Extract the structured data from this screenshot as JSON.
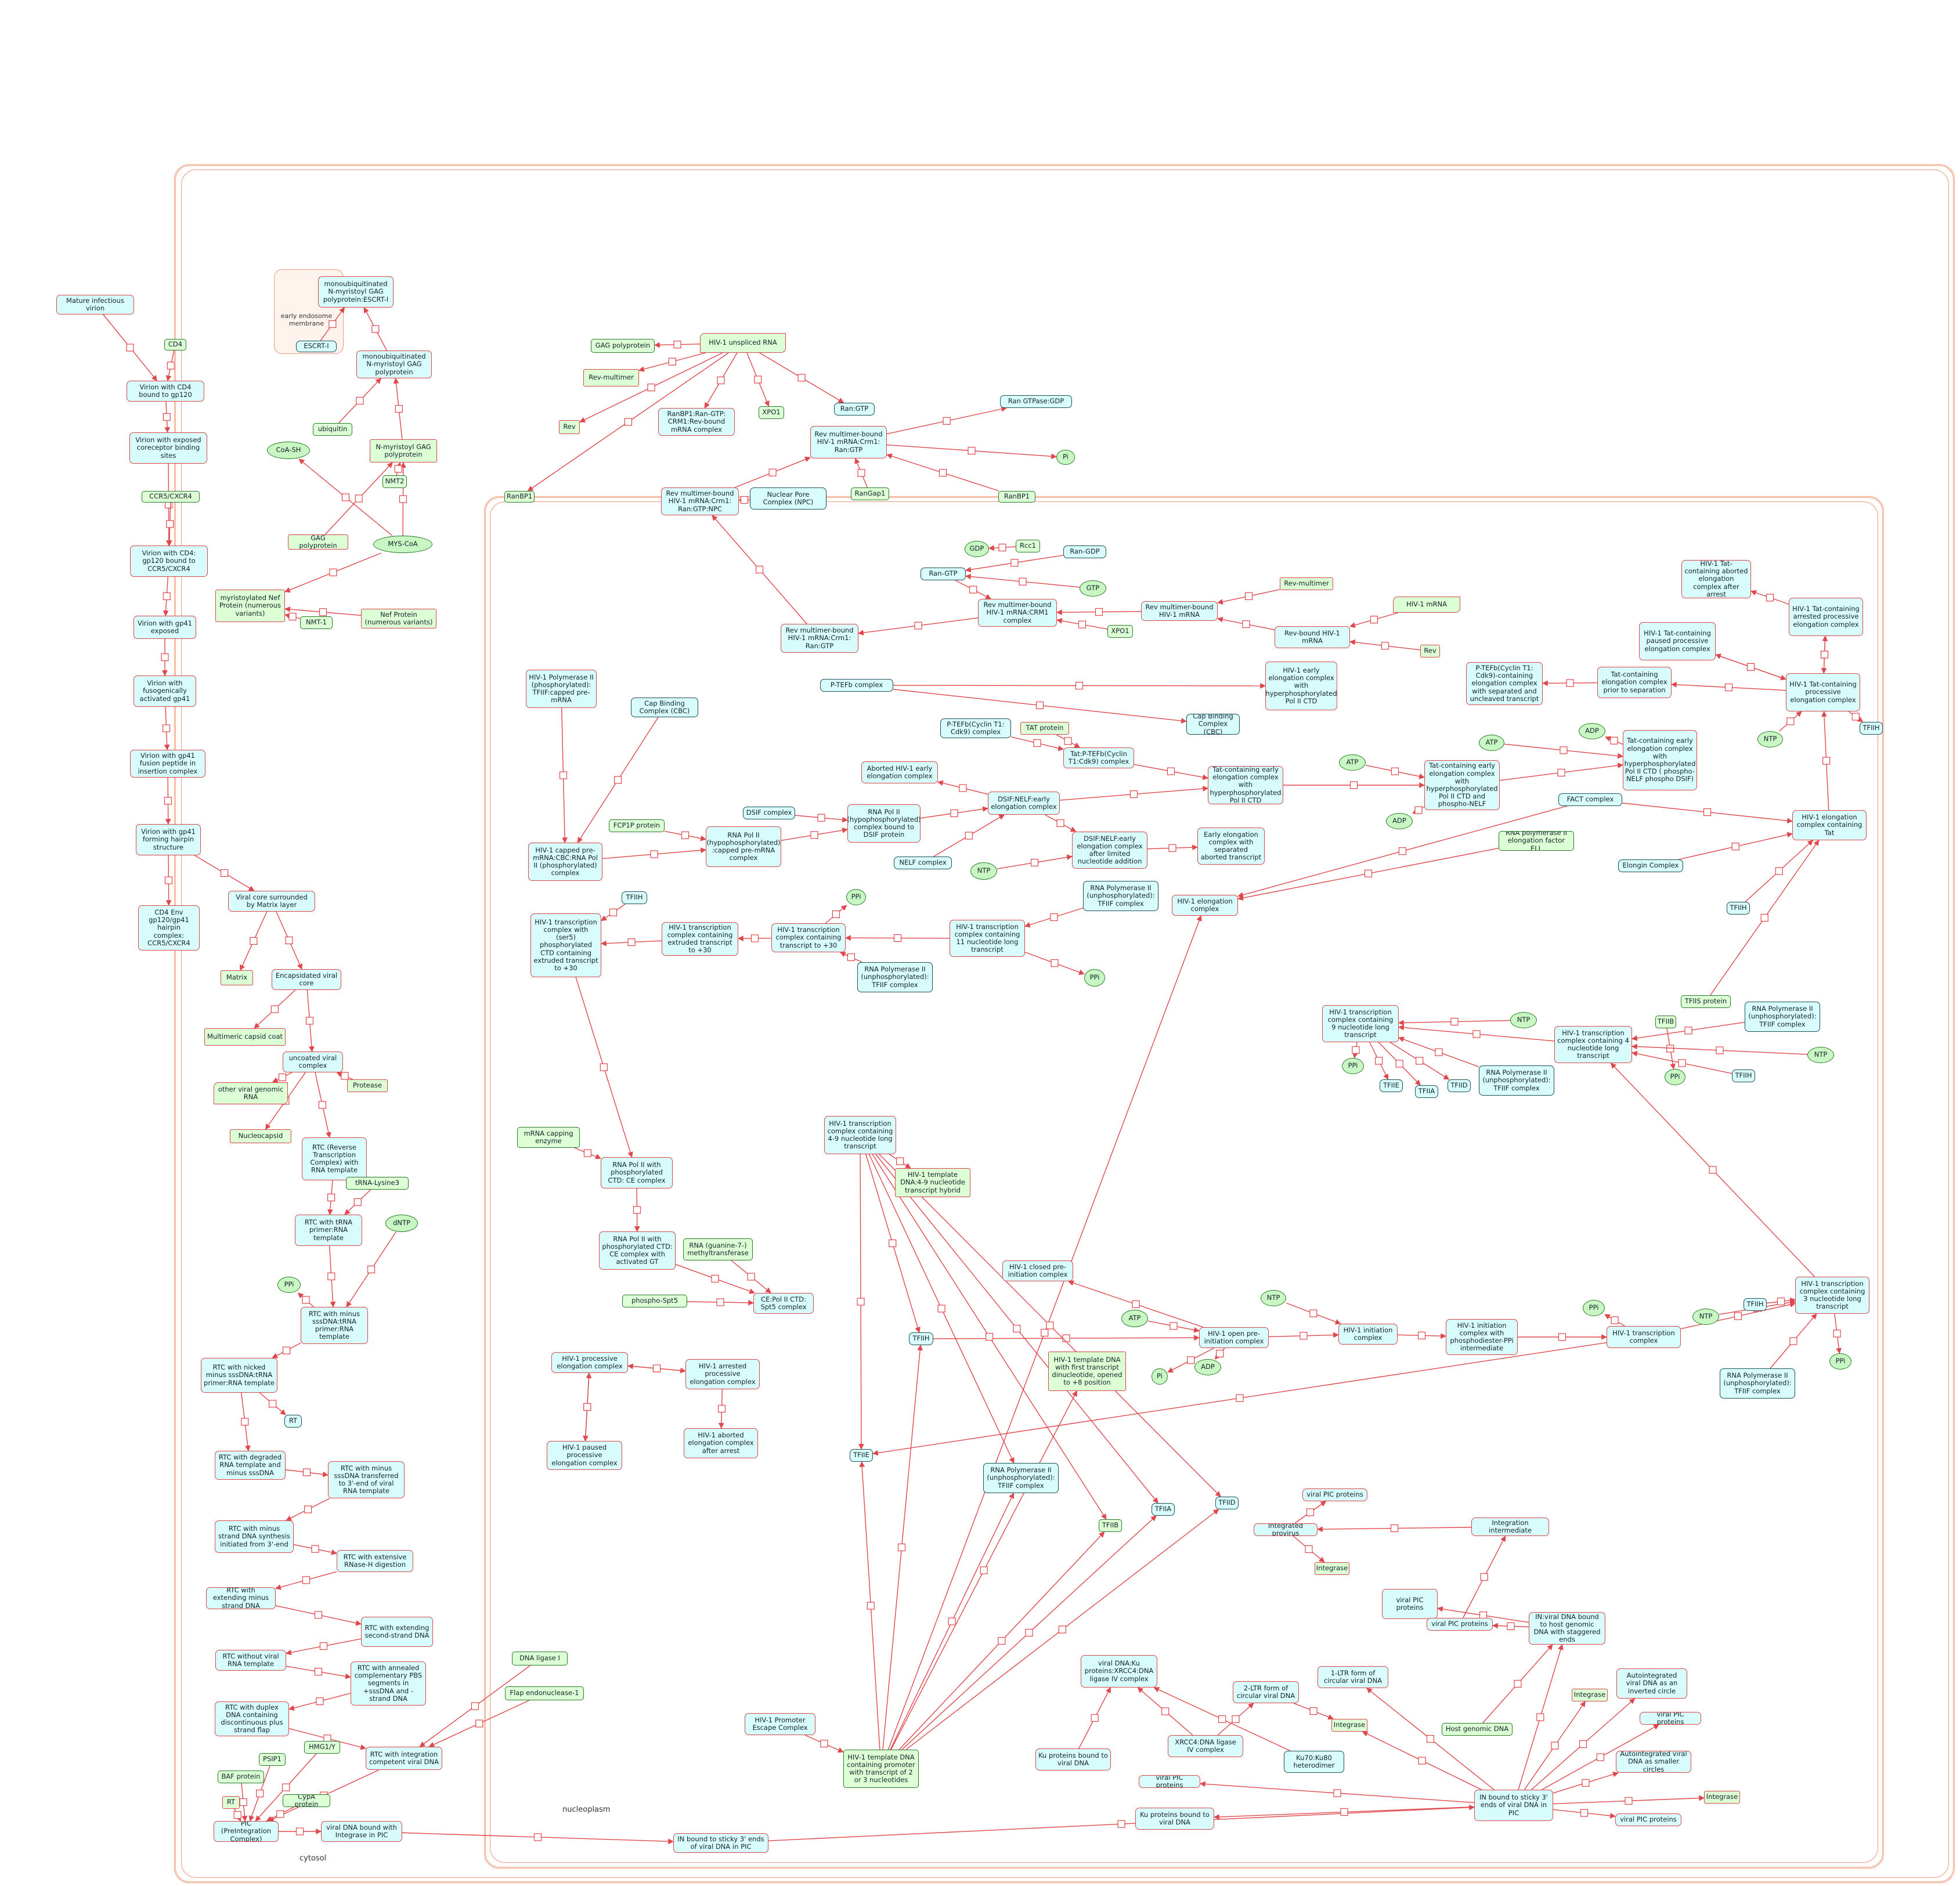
{
  "compartments": {
    "cytosol": "cytosol",
    "nucleoplasm": "nucleoplasm",
    "endosome": "early endosome membrane"
  },
  "nodes": [
    {
      "id": "mature_virion",
      "label": "Mature infectious virion"
    },
    {
      "id": "cd4",
      "label": "CD4"
    },
    {
      "id": "virion_cd4",
      "label": "Virion with CD4 bound to gp120"
    },
    {
      "id": "virion_exposed",
      "label": "Virion with exposed coreceptor binding sites"
    },
    {
      "id": "ccr5",
      "label": "CCR5/CXCR4"
    },
    {
      "id": "virion_cd4_ccr5",
      "label": "Virion with CD4: gp120 bound to CCR5/CXCR4"
    },
    {
      "id": "virion_gp41_exposed",
      "label": "Virion with gp41 exposed"
    },
    {
      "id": "virion_fuso",
      "label": "Virion with fusogenically activated gp41"
    },
    {
      "id": "virion_fusion_peptide",
      "label": "Virion with gp41 fusion peptide in insertion complex"
    },
    {
      "id": "virion_hairpin",
      "label": "Virion with gp41 forming hairpin structure"
    },
    {
      "id": "cd4_env",
      "label": "CD4 Env gp120/gp41 hairpin complex: CCR5/CXCR4"
    },
    {
      "id": "viral_core_matrix",
      "label": "Viral core surrounded by Matrix layer"
    },
    {
      "id": "matrix",
      "label": "Matrix"
    },
    {
      "id": "encapsidated_core",
      "label": "Encapsidated viral core"
    },
    {
      "id": "multimeric_capsid",
      "label": "Multimeric capsid coat"
    },
    {
      "id": "uncoated_complex",
      "label": "uncoated viral complex"
    },
    {
      "id": "other_rna",
      "label": "other viral genomic RNA"
    },
    {
      "id": "protease",
      "label": "Protease"
    },
    {
      "id": "nucleocapsid",
      "label": "Nucleocapsid"
    },
    {
      "id": "rtc_rna",
      "label": "RTC (Reverse Transcription Complex) with RNA template"
    },
    {
      "id": "trna_lys3",
      "label": "tRNA-Lysine3"
    },
    {
      "id": "rtc_trna",
      "label": "RTC with tRNA primer:RNA template"
    },
    {
      "id": "dntp",
      "label": "dNTP"
    },
    {
      "id": "ppi_a",
      "label": "PPi"
    },
    {
      "id": "rtc_minus_ss",
      "label": "RTC with minus sssDNA:tRNA primer:RNA template"
    },
    {
      "id": "rtc_nicked",
      "label": "RTC with nicked minus sssDNA:tRNA primer:RNA template"
    },
    {
      "id": "rt_a",
      "label": "RT"
    },
    {
      "id": "rtc_degraded",
      "label": "RTC with degraded RNA template and minus sssDNA"
    },
    {
      "id": "rtc_transferred",
      "label": "RTC with minus sssDNA transferred to 3'-end of viral RNA template"
    },
    {
      "id": "rtc_minus_synth",
      "label": "RTC with minus strand DNA synthesis initiated from 3'-end"
    },
    {
      "id": "rtc_rnaseh",
      "label": "RTC with extensive RNase-H digestion"
    },
    {
      "id": "rtc_ext_minus",
      "label": "RTC with extending minus strand DNA"
    },
    {
      "id": "rtc_ext_second",
      "label": "RTC with extending second-strand DNA"
    },
    {
      "id": "rtc_without_rna",
      "label": "RTC without viral RNA template"
    },
    {
      "id": "rtc_annealed",
      "label": "RTC with annealed complementary PBS segments in +sssDNA and -strand DNA"
    },
    {
      "id": "rtc_duplex",
      "label": "RTC with duplex DNA containing discontinuous plus strand flap"
    },
    {
      "id": "dna_ligase",
      "label": "DNA ligase I"
    },
    {
      "id": "flap_endo",
      "label": "Flap endonuclease-1"
    },
    {
      "id": "hmg1",
      "label": "HMG1/Y"
    },
    {
      "id": "psip1",
      "label": "PSIP1"
    },
    {
      "id": "baf",
      "label": "BAF protein"
    },
    {
      "id": "cypa",
      "label": "CypA protein"
    },
    {
      "id": "rt_b",
      "label": "RT"
    },
    {
      "id": "rtc_integration",
      "label": "RTC with integration competent viral DNA"
    },
    {
      "id": "pic",
      "label": "PIC (PreIntegration Complex)"
    },
    {
      "id": "viral_dna_integrase",
      "label": "viral DNA bound with Integrase in PIC"
    },
    {
      "id": "endosome_label",
      "label": "early endosome membrane"
    },
    {
      "id": "escrt",
      "label": "ESCRT-I"
    },
    {
      "id": "mono_escrt",
      "label": "monoubiquitinated N-myristoyl GAG polyprotein:ESCRT-I"
    },
    {
      "id": "mono_gag",
      "label": "monoubiquitinated N-myristoyl GAG polyprotein"
    },
    {
      "id": "ubiquitin",
      "label": "ubiquitin"
    },
    {
      "id": "nmyr_gag",
      "label": "N-myristoyl GAG polyprotein"
    },
    {
      "id": "coash",
      "label": "CoA-SH"
    },
    {
      "id": "nmt2",
      "label": "NMT2"
    },
    {
      "id": "gag_poly_a",
      "label": "GAG polyprotein"
    },
    {
      "id": "myscoa",
      "label": "MYS-CoA"
    },
    {
      "id": "myr_nef",
      "label": "myristoylated Nef Protein (numerous variants)"
    },
    {
      "id": "nmt1",
      "label": "NMT-1"
    },
    {
      "id": "nef",
      "label": "Nef Protein (numerous variants)"
    },
    {
      "id": "gag_poly_b",
      "label": "GAG polyprotein"
    },
    {
      "id": "hiv_unspliced",
      "label": "HIV-1 unspliced RNA"
    },
    {
      "id": "rev_multimer_a",
      "label": "Rev-multimer"
    },
    {
      "id": "rev_a",
      "label": "Rev"
    },
    {
      "id": "ranbp1_rev",
      "label": "RanBP1:Ran-GTP: CRM1:Rev-bound mRNA complex"
    },
    {
      "id": "xpo1_a",
      "label": "XPO1"
    },
    {
      "id": "rangtp_a",
      "label": "Ran:GTP"
    },
    {
      "id": "ran_gtpase_gdp",
      "label": "Ran GTPase:GDP"
    },
    {
      "id": "rev_mult_crm1_rangtp",
      "label": "Rev multimer-bound HIV-1 mRNA:Crm1: Ran:GTP"
    },
    {
      "id": "pi_a",
      "label": "Pi"
    },
    {
      "id": "ranbp1_a",
      "label": "RanBP1"
    },
    {
      "id": "rev_npc",
      "label": "Rev multimer-bound HIV-1 mRNA:Crm1: Ran:GTP:NPC"
    },
    {
      "id": "npc",
      "label": "Nuclear Pore Complex (NPC)"
    },
    {
      "id": "rangap1",
      "label": "RanGap1"
    },
    {
      "id": "ranbp1_b",
      "label": "RanBP1"
    },
    {
      "id": "gdp",
      "label": "GDP"
    },
    {
      "id": "rcc1",
      "label": "Rcc1"
    },
    {
      "id": "ran_gdp",
      "label": "Ran-GDP"
    },
    {
      "id": "ran_gtp_b",
      "label": "Ran-GTP"
    },
    {
      "id": "gtp",
      "label": "GTP"
    },
    {
      "id": "rev_crm1",
      "label": "Rev multimer-bound HIV-1 mRNA:CRM1 complex"
    },
    {
      "id": "rev_mult_hiv",
      "label": "Rev multimer-bound HIV-1 mRNA"
    },
    {
      "id": "rev_multimer_b",
      "label": "Rev-multimer"
    },
    {
      "id": "hiv_mrna",
      "label": "HIV-1 mRNA"
    },
    {
      "id": "xpo1_b",
      "label": "XPO1"
    },
    {
      "id": "rev_bound_hiv",
      "label": "Rev-bound HIV-1 mRNA"
    },
    {
      "id": "rev_b",
      "label": "Rev"
    },
    {
      "id": "rev_crm1_rangtp_b",
      "label": "Rev multimer-bound HIV-1 mRNA:Crm1: Ran:GTP"
    },
    {
      "id": "hiv_pol_capped",
      "label": "HIV-1 Polymerase II (phosphorylated): TFIIF:capped pre-mRNA"
    },
    {
      "id": "cbc_a",
      "label": "Cap Binding Complex (CBC)"
    },
    {
      "id": "ptefb",
      "label": "P-TEFb complex"
    },
    {
      "id": "hiv_early_elong",
      "label": "HIV-1 early elongation complex with hyperphosphorylated Pol II CTD"
    },
    {
      "id": "cbc_b",
      "label": "Cap Binding Complex (CBC)"
    },
    {
      "id": "ptefb_cyclin",
      "label": "P-TEFb(Cyclin T1: Cdk9) complex"
    },
    {
      "id": "tat_protein",
      "label": "TAT protein"
    },
    {
      "id": "tat_ptefb",
      "label": "Tat:P-TEFb(Cyclin T1:Cdk9) complex"
    },
    {
      "id": "aborted_early",
      "label": "Aborted HIV-1 early elongation complex"
    },
    {
      "id": "dsif_complex",
      "label": "DSIF complex"
    },
    {
      "id": "rna_pol_hypo_dsif",
      "label": "RNA Pol II (hypophosphorylated) complex bound to DSIF protein"
    },
    {
      "id": "dsif_nelf",
      "label": "DSIF:NELF:early elongation complex"
    },
    {
      "id": "tat_early_hyper",
      "label": "Tat-containing early elongation complex with hyperphosphorylated Pol II CTD"
    },
    {
      "id": "atp_a",
      "label": "ATP"
    },
    {
      "id": "adp_a",
      "label": "ADP"
    },
    {
      "id": "tat_early_hyper_nelf",
      "label": "Tat-containing early elongation complex with hyperphosphorylated Pol II CTD and phospho-NELF"
    },
    {
      "id": "atp_b",
      "label": "ATP"
    },
    {
      "id": "adp_b",
      "label": "ADP"
    },
    {
      "id": "tat_early_dsif",
      "label": "Tat-containing early elongation complex with hyperphosphorylated Pol II CTD ( phospho-NELF phospho DSIF)"
    },
    {
      "id": "hiv_capped_cbc",
      "label": "HIV-1 capped pre-mRNA:CBC:RNA Pol II (phosphorylated) complex"
    },
    {
      "id": "fcp1",
      "label": "FCP1P protein"
    },
    {
      "id": "rna_pol_hypo_capped",
      "label": "RNA Pol II (hypophosphorylated) :capped pre-mRNA complex"
    },
    {
      "id": "nelf",
      "label": "NELF complex"
    },
    {
      "id": "ntp_a",
      "label": "NTP"
    },
    {
      "id": "dsif_nelf_limited",
      "label": "DSIF:NELF:early elongation complex after limited nucleotide addition"
    },
    {
      "id": "early_elong_sep",
      "label": "Early elongation complex with separated aborted transcript"
    },
    {
      "id": "tfiih_a",
      "label": "TFIIH"
    },
    {
      "id": "ppi_b",
      "label": "PPi"
    },
    {
      "id": "hiv_tc_ser5",
      "label": "HIV-1 transcription complex with (ser5) phosphorylated CTD containing extruded transcript to +30"
    },
    {
      "id": "hiv_tc_extruded",
      "label": "HIV-1 transcription complex containing extruded transcript to +30"
    },
    {
      "id": "hiv_tc_30",
      "label": "HIV-1 transcription complex containing transcript to +30"
    },
    {
      "id": "hiv_tc_11",
      "label": "HIV-1 transcription complex containing 11 nucleotide long transcript"
    },
    {
      "id": "rna_pol_unphos_a",
      "label": "RNA Polymerase II (unphosphorylated): TFIIF complex"
    },
    {
      "id": "rna_pol_unphos_b",
      "label": "RNA Polymerase II (unphosphorylated): TFIIF complex"
    },
    {
      "id": "ppi_c",
      "label": "PPi"
    },
    {
      "id": "hiv_elong_complex",
      "label": "HIV-1 elongation complex"
    },
    {
      "id": "fact",
      "label": "FACT complex"
    },
    {
      "id": "rna_pol_ell",
      "label": "RNA polymerase II elongation factor ELL"
    },
    {
      "id": "elongin",
      "label": "Elongin Complex"
    },
    {
      "id": "tfiih_b",
      "label": "TFIIH"
    },
    {
      "id": "tfiis",
      "label": "TFIIS protein"
    },
    {
      "id": "ptefb_cyclin_sep",
      "label": "P-TEFb(Cyclin T1: Cdk9)-containing elongation complex with separated and uncleaved transcript"
    },
    {
      "id": "tat_prior_sep",
      "label": "Tat-containing elongation complex prior to separation"
    },
    {
      "id": "tat_paused",
      "label": "HIV-1 Tat-containing paused processive elongation complex"
    },
    {
      "id": "tat_aborted_arrest",
      "label": "HIV-1 Tat-containing aborted elongation complex after arrest"
    },
    {
      "id": "tat_arrested",
      "label": "HIV-1 Tat-containing arrested processive elongation complex"
    },
    {
      "id": "tat_processive",
      "label": "HIV-1 Tat-containing processive elongation complex"
    },
    {
      "id": "tfiih_c",
      "label": "TFIIH"
    },
    {
      "id": "ntp_b",
      "label": "NTP"
    },
    {
      "id": "hiv_elong_tat",
      "label": "HIV-1 elongation complex containing Tat"
    },
    {
      "id": "hiv_tc_9",
      "label": "HIV-1 transcription complex containing 9 nucleotide long transcript"
    },
    {
      "id": "ntp_c",
      "label": "NTP"
    },
    {
      "id": "ppi_d",
      "label": "PPi"
    },
    {
      "id": "tfiie_a",
      "label": "TFIIE"
    },
    {
      "id": "tfiia_a",
      "label": "TFIIA"
    },
    {
      "id": "tfiid_a",
      "label": "TFIID"
    },
    {
      "id": "rna_pol_unphos_c",
      "label": "RNA Polymerase II (unphosphorylated): TFIIF complex"
    },
    {
      "id": "hiv_tc_4",
      "label": "HIV-1 transcription complex containing 4 nucleotide long transcript"
    },
    {
      "id": "tfiib_a",
      "label": "TFIIB"
    },
    {
      "id": "ppi_e",
      "label": "PPi"
    },
    {
      "id": "rna_pol_unphos_d",
      "label": "RNA Polymerase II (unphosphorylated): TFIIF complex"
    },
    {
      "id": "tfiih_d",
      "label": "TFIIH"
    },
    {
      "id": "ntp_d",
      "label": "NTP"
    },
    {
      "id": "mrna_capping",
      "label": "mRNA capping enzyme"
    },
    {
      "id": "rna_pol_phos_ce",
      "label": "RNA Pol II with phosphorylated CTD: CE complex"
    },
    {
      "id": "rna_pol_phos_gt",
      "label": "RNA Pol II with phosphorylated CTD: CE complex with activated GT"
    },
    {
      "id": "rna_methyl",
      "label": "RNA (guanine-7-) methyltransferase"
    },
    {
      "id": "phospho_spt5",
      "label": "phospho-Spt5"
    },
    {
      "id": "ce_pol_spt5",
      "label": "CE:Pol II CTD: Spt5 complex"
    },
    {
      "id": "hiv_tc_4_9",
      "label": "HIV-1 transcription complex containing 4-9 nucleotide long transcript"
    },
    {
      "id": "hiv_template_4_9",
      "label": "HIV-1 template DNA:4-9 nucleotide transcript hybrid"
    },
    {
      "id": "hiv_processive",
      "label": "HIV-1 processive elongation complex"
    },
    {
      "id": "hiv_arrested",
      "label": "HIV-1 arrested processive elongation complex"
    },
    {
      "id": "hiv_paused",
      "label": "HIV-1 paused processive elongation complex"
    },
    {
      "id": "hiv_aborted_arrest",
      "label": "HIV-1 aborted elongation complex after arrest"
    },
    {
      "id": "hiv_closed_preinit",
      "label": "HIV-1 closed pre-initiation complex"
    },
    {
      "id": "atp_c",
      "label": "ATP"
    },
    {
      "id": "ntp_e",
      "label": "NTP"
    },
    {
      "id": "tfiih_e",
      "label": "TFIIH"
    },
    {
      "id": "hiv_open_preinit",
      "label": "HIV-1 open pre-initiation complex"
    },
    {
      "id": "hiv_initiation",
      "label": "HIV-1 initiation complex"
    },
    {
      "id": "hiv_init_phospho",
      "label": "HIV-1 initiation complex with phosphodiester-PPi intermediate"
    },
    {
      "id": "ppi_f",
      "label": "PPi"
    },
    {
      "id": "hiv_transcription",
      "label": "HIV-1 transcription complex"
    },
    {
      "id": "ntp_f",
      "label": "NTP"
    },
    {
      "id": "tfiih_f",
      "label": "TFIIH"
    },
    {
      "id": "hiv_tc_3",
      "label": "HIV-1 transcription complex containing 3 nucleotide long transcript"
    },
    {
      "id": "ppi_g",
      "label": "PPi"
    },
    {
      "id": "rna_pol_unphos_e",
      "label": "RNA Polymerase II (unphosphorylated): TFIIF complex"
    },
    {
      "id": "pi_b",
      "label": "Pi"
    },
    {
      "id": "adp_c",
      "label": "ADP"
    },
    {
      "id": "hiv_template_first",
      "label": "HIV-1 template DNA with first transcript dinucleotide, opened to +8 position"
    },
    {
      "id": "tfiie_b",
      "label": "TFIIE"
    },
    {
      "id": "rna_pol_unphos_f",
      "label": "RNA Polymerase II (unphosphorylated): TFIIF complex"
    },
    {
      "id": "tfiib_b",
      "label": "TFIIB"
    },
    {
      "id": "tfiia_b",
      "label": "TFIIA"
    },
    {
      "id": "tfiid_b",
      "label": "TFIID"
    },
    {
      "id": "hiv_promoter_escape",
      "label": "HIV-1 Promoter Escape Complex"
    },
    {
      "id": "hiv_template_promoter",
      "label": "HIV-1 template DNA containing promoter with transcript of 2 or 3 nucleotides"
    },
    {
      "id": "viral_pic_proteins_a",
      "label": "viral PIC proteins"
    },
    {
      "id": "integrated_provirus",
      "label": "Integrated provirus"
    },
    {
      "id": "integration_intermediate",
      "label": "Integration intermediate"
    },
    {
      "id": "integrase_a",
      "label": "Integrase"
    },
    {
      "id": "viral_pic_proteins_b",
      "label": "viral PIC proteins"
    },
    {
      "id": "viral_pic_proteins_c",
      "label": "viral PIC proteins"
    },
    {
      "id": "in_viral_dna_host",
      "label": "IN:viral DNA bound to host genomic DNA with staggered ends"
    },
    {
      "id": "viral_dna_ku",
      "label": "viral DNA:Ku proteins:XRCC4:DNA ligase IV complex"
    },
    {
      "id": "ltr2",
      "label": "2-LTR form of circular viral DNA"
    },
    {
      "id": "ltr1",
      "label": "1-LTR form of circular viral DNA"
    },
    {
      "id": "integrase_b",
      "label": "Integrase"
    },
    {
      "id": "host_genomic",
      "label": "Host genomic DNA"
    },
    {
      "id": "integrase_c",
      "label": "Integrase"
    },
    {
      "id": "autointegrated_inverted",
      "label": "Autointegrated viral DNA as an inverted circle"
    },
    {
      "id": "viral_pic_proteins_d",
      "label": "viral PIC proteins"
    },
    {
      "id": "ku_viral_dna_a",
      "label": "Ku proteins bound to viral DNA"
    },
    {
      "id": "xrcc4",
      "label": "XRCC4:DNA ligase IV complex"
    },
    {
      "id": "ku70_80",
      "label": "Ku70:Ku80 heterodimer"
    },
    {
      "id": "autointegrated_smaller",
      "label": "Autointegrated viral DNA as smaller circles"
    },
    {
      "id": "viral_pic_proteins_e",
      "label": "viral PIC proteins"
    },
    {
      "id": "integrase_d",
      "label": "Integrase"
    },
    {
      "id": "ku_viral_dna_b",
      "label": "Ku proteins bound to viral DNA"
    },
    {
      "id": "in_sticky_pic",
      "label": "IN bound to sticky 3' ends of viral DNA in PIC"
    },
    {
      "id": "viral_pic_proteins_f",
      "label": "viral PIC proteins"
    },
    {
      "id": "in_sticky_pic_b",
      "label": "IN bound to sticky 3' ends of viral DNA in PIC"
    }
  ],
  "colors": {
    "edge": "#e0474c",
    "complex_fill": "#d8fbfb",
    "simple_fill": "#dcffd6",
    "compartment_border": "#f0997b",
    "dark_border": "#1f4f5a"
  }
}
